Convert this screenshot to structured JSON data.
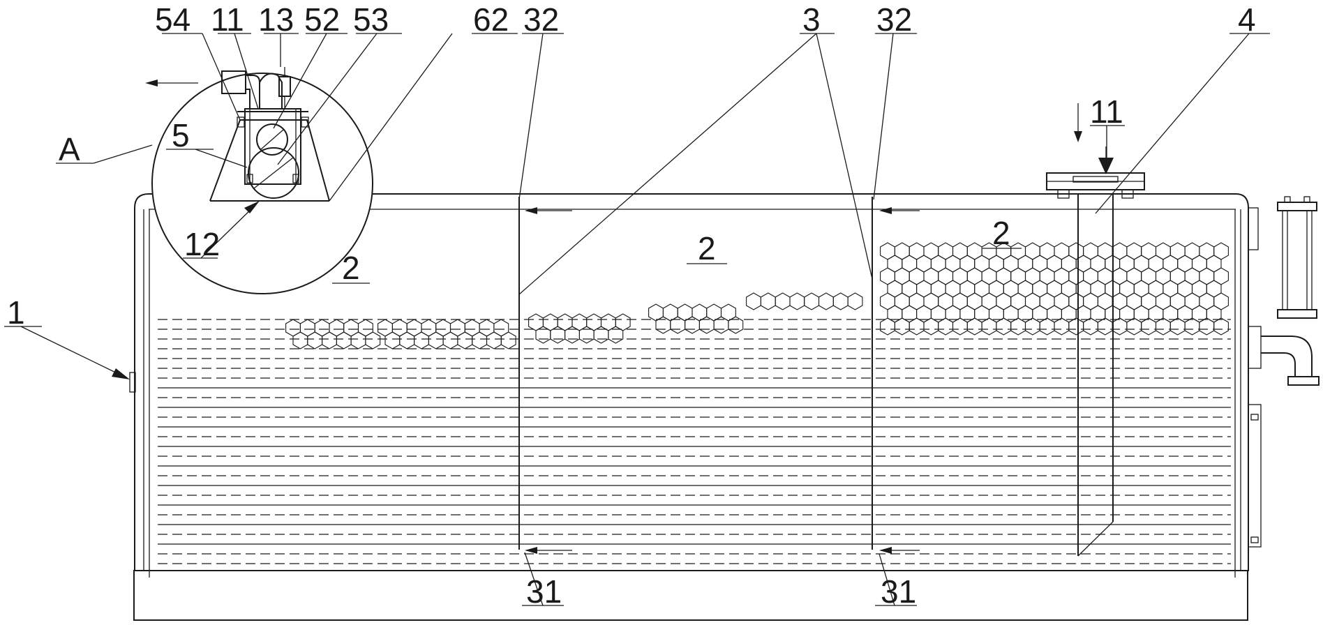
{
  "labels": {
    "l54": "54",
    "l11a": "11",
    "l13": "13",
    "l52": "52",
    "l53": "53",
    "l62": "62",
    "l32a": "32",
    "l3": "3",
    "l32b": "32",
    "l4": "4",
    "l11b": "11",
    "lA": "A",
    "l5": "5",
    "l12": "12",
    "l1": "1",
    "l2a": "2",
    "l2b": "2",
    "l2c": "2",
    "l31a": "31",
    "l31b": "31"
  },
  "colors": {
    "ink": "#1a1a1a",
    "background": "#ffffff"
  }
}
